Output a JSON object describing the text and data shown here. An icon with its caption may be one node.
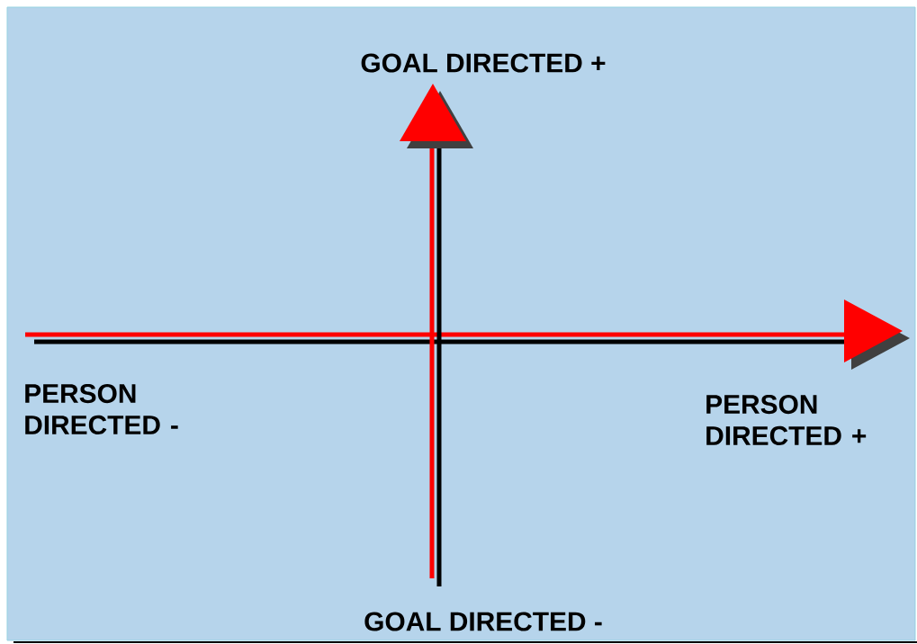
{
  "diagram": {
    "labels": [
      "GOAL DIRECTED +",
      "PERSON DIRECTED -",
      "PERSON DIRECTED +",
      "GOAL DIRECTED -"
    ]
  }
}
